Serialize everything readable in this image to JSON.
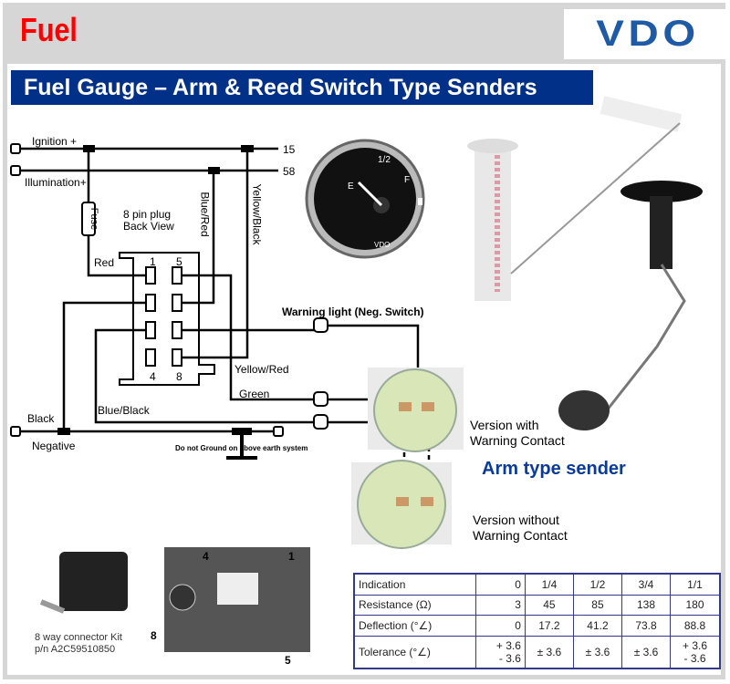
{
  "header": {
    "title": "Fuel",
    "logo": "VDO",
    "banner": "Fuel Gauge – Arm & Reed Switch Type Senders"
  },
  "wiring": {
    "ignition": "Ignition +",
    "illumination": "Illumination+",
    "term15": "15",
    "term58": "58",
    "fuse": "Fuse",
    "plug_line1": "8 pin plug",
    "plug_line2": "Back  View",
    "blue_red": "Blue/Red",
    "yellow_black": "Yellow/Black",
    "red": "Red",
    "pin1": "1",
    "pin5": "5",
    "pin4": "4",
    "pin8": "8",
    "warning_light": "Warning light (Neg. Switch)",
    "yellow_red": "Yellow/Red",
    "green": "Green",
    "blue_black": "Blue/Black",
    "black": "Black",
    "negative": "Negative",
    "ground_note": "Do not Ground on above earth system"
  },
  "gauge": {
    "e": "E",
    "half": "1/2",
    "f": "F",
    "brand": "VDO"
  },
  "sender": {
    "with_l1": "Version with",
    "with_l2": "Warning Contact",
    "without_l1": "Version without",
    "without_l2": "Warning Contact",
    "arm_type": "Arm type sender"
  },
  "connector": {
    "kit": "8 way connector Kit",
    "pn": "p/n A2C59510850",
    "c4": "4",
    "c1": "1",
    "c8": "8",
    "c5": "5"
  },
  "table": {
    "header": [
      "Indication",
      "0",
      "1/4",
      "1/2",
      "3/4",
      "1/1"
    ],
    "rows": [
      [
        "Resistance (Ω)",
        "3",
        "45",
        "85",
        "138",
        "180"
      ],
      [
        "Deflection (°∠)",
        "0",
        "17.2",
        "41.2",
        "73.8",
        "88.8"
      ]
    ],
    "tolerance": {
      "label": "Tolerance (°∠)",
      "v0a": "+ 3.6",
      "v0b": "- 3.6",
      "v1": "± 3.6",
      "v2": "± 3.6",
      "v3": "± 3.6",
      "v4a": "+ 3.6",
      "v4b": "- 3.6"
    }
  }
}
